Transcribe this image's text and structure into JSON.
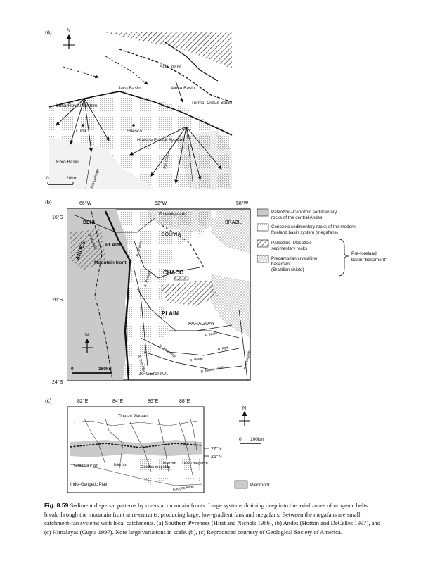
{
  "panel_a": {
    "label": "(a)",
    "north": "N",
    "labels": {
      "axial_zone": "Axial zone",
      "jaca": "Jaca Basin",
      "ainsa": "Ainsa Basin",
      "tremp": "Tremp–Graus Basin",
      "luna_fluvial": "Luna Fluvial System",
      "luna": "Luna",
      "huesca": "Huesca",
      "huesca_fluvial": "Huesca Fluvial System",
      "ebro": "Ebro Basin",
      "rio_cinca": "Rio Cinca",
      "rio_gallego": "Rio Gallego"
    },
    "scale": {
      "zero": "0",
      "length": "20km"
    }
  },
  "panel_b": {
    "label": "(b)",
    "lon": [
      "66°W",
      "62°W",
      "58°W"
    ],
    "lat": [
      "16°S",
      "20°S",
      "24°S"
    ],
    "labels": {
      "beni": "BENI",
      "plain1": "PLAIN",
      "andes": "ANDES",
      "mountain_front": "Mountain front",
      "bolivia": "BOLIVIA",
      "forebulge": "Forebulge axis",
      "brazil": "BRAZIL",
      "chaco": "CHACO",
      "plain2": "PLAIN",
      "paraguay": "PARAGUAY",
      "argentina": "ARGENTINA",
      "r_mamore": "R. Mamore",
      "r_grande": "R. Grande",
      "r_parapeti": "R. Parapeti",
      "r_melo": "R. Melo",
      "r_aga": "R. Aga",
      "r_verde": "R. Verde",
      "r_monte_lindo": "R. Monte Lindo",
      "r_paraguay": "R. Paraguay",
      "r_pilcomayo": "R. Pilcomayo",
      "r_bermejo": "R. Bermejo"
    },
    "north": "N",
    "scale": {
      "zero": "0",
      "length": "160km"
    },
    "legend": [
      {
        "line1": "Paleozoic–Cenozoic sedimentary",
        "line2": "rocks of the central Andes",
        "line3": ""
      },
      {
        "line1": "Cenozoic sedimentary rocks of the modern",
        "line2": "foreland basin system (megafans)",
        "line3": ""
      },
      {
        "line1": "Paleozoic–Mesozoic",
        "line2": "sedimentary rocks",
        "line3": ""
      },
      {
        "line1": "Precambrian crystalline",
        "line2": "basement",
        "line3": "(Brazilian shield)"
      }
    ],
    "bracket_line1": "Pre-foreland",
    "bracket_line2": "basin \"basement\""
  },
  "panel_c": {
    "label": "(c)",
    "lon": [
      "82°E",
      "84°E",
      "86°E",
      "88°E"
    ],
    "lat": [
      "27°N",
      "26°N"
    ],
    "labels": {
      "tibet": "Tibetan Plateau",
      "ghaghra": "Ghaghra Plain",
      "interfan1": "Interfan",
      "gandak": "Gandak megafan",
      "interfan2": "Interfan",
      "kosi": "Kosi megafan",
      "indo": "Indo–Gangetic Plain",
      "ganges": "Ganges River"
    },
    "north": "N",
    "scale": {
      "zero": "0",
      "length": "100km"
    },
    "legend": "Piedmont"
  },
  "caption": {
    "fig_label": "Fig. 8.59",
    "text": "Sediment dispersal patterns by rivers at mountain fronts. Large systems draining deep into the axial zones of orogenic belts break through the mountain front at re-entrants, producing large, low-gradient fans and megafans. Between the megafans are small, catchment-fan systems with local catchments. (a) Southern Pyrenees (Hirst and Nichols 1986), (b) Andes (Horton and DeCelles 1997), and (c) Himalayas (Gupta 1997). Note large variations in scale. (b), (c) Reproduced courtesy of Geological Society of America."
  }
}
